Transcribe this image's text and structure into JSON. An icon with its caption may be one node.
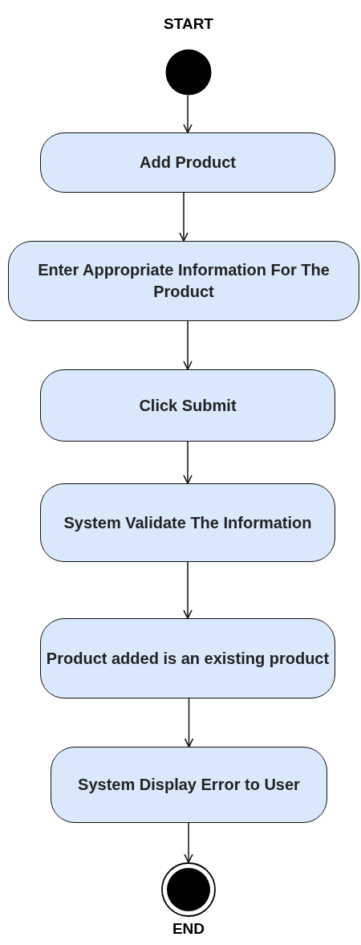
{
  "diagram": {
    "nodes": [
      {
        "text": [],
        "shape": "circle",
        "beside": [
          "START"
        ]
      },
      {
        "text": [
          "Add Product"
        ]
      },
      {
        "text": [
          "Enter Appropriate Information For The Product"
        ]
      },
      {
        "text": [
          "Click Submit"
        ]
      },
      {
        "text": [
          "System Validate The Information"
        ]
      },
      {
        "text": [
          "Product added is an existing product"
        ]
      },
      {
        "text": [
          "System Display Error to User"
        ]
      },
      {
        "text": [],
        "shape": "bullseye",
        "beside": [
          "END"
        ]
      }
    ],
    "edges": [
      {
        "from": 0,
        "to": 1,
        "arrow": "to"
      },
      {
        "from": 1,
        "to": 2,
        "arrow": "to"
      },
      {
        "from": 2,
        "to": 3,
        "arrow": "to"
      },
      {
        "from": 3,
        "to": 4,
        "arrow": "to"
      },
      {
        "from": 4,
        "to": 5,
        "arrow": "to"
      },
      {
        "from": 5,
        "to": 6,
        "arrow": "to"
      },
      {
        "from": 6,
        "to": 7,
        "arrow": "to"
      }
    ]
  }
}
